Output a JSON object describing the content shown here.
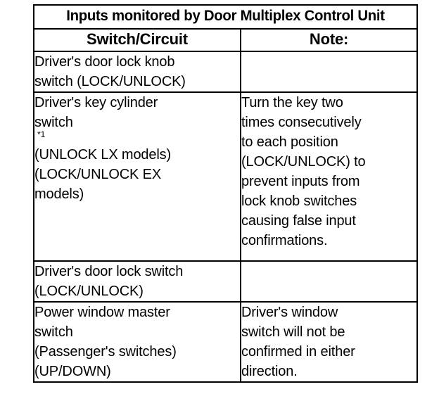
{
  "table": {
    "title": "Inputs monitored by Door Multiplex Control Unit",
    "columns": [
      {
        "key": "switch",
        "header": "Switch/Circuit"
      },
      {
        "key": "note",
        "header": "Note:"
      }
    ],
    "rows": [
      {
        "switch": "Driver's door lock knob\nswitch (LOCK/UNLOCK)",
        "footnote_marker": "",
        "note": ""
      },
      {
        "switch": "Driver's key cylinder\nswitch",
        "footnote_marker": "*1",
        "switch_cont": "(UNLOCK LX models)\n(LOCK/UNLOCK EX\nmodels)",
        "note": "Turn the key two\ntimes consecutively\nto each position\n(LOCK/UNLOCK) to\nprevent inputs from\nlock knob switches\ncausing false input\nconfirmations."
      },
      {
        "switch": "Driver's door lock switch\n(LOCK/UNLOCK)",
        "footnote_marker": "",
        "note": ""
      },
      {
        "switch": "Power window master\nswitch\n(Passenger's switches)\n(UP/DOWN)",
        "footnote_marker": "",
        "note": "Driver's window\nswitch will not be\nconfirmed in either\ndirection."
      }
    ]
  },
  "colors": {
    "ink": "#000000",
    "paper": "#ffffff"
  }
}
